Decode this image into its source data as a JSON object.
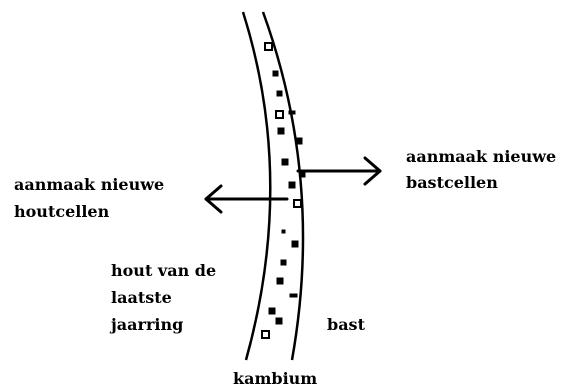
{
  "labels": {
    "new_bark_line1": "aanmaak nieuwe",
    "new_bark_line2": "bastcellen",
    "new_wood_line1": "aanmaak nieuwe",
    "new_wood_line2": "houtcellen",
    "last_ring_line1": "hout van de",
    "last_ring_line2": "laatste",
    "last_ring_line3": "jaarring",
    "bark": "bast",
    "cambium": "kambium"
  },
  "colors": {
    "ink": "#000000",
    "background": "#ffffff"
  }
}
